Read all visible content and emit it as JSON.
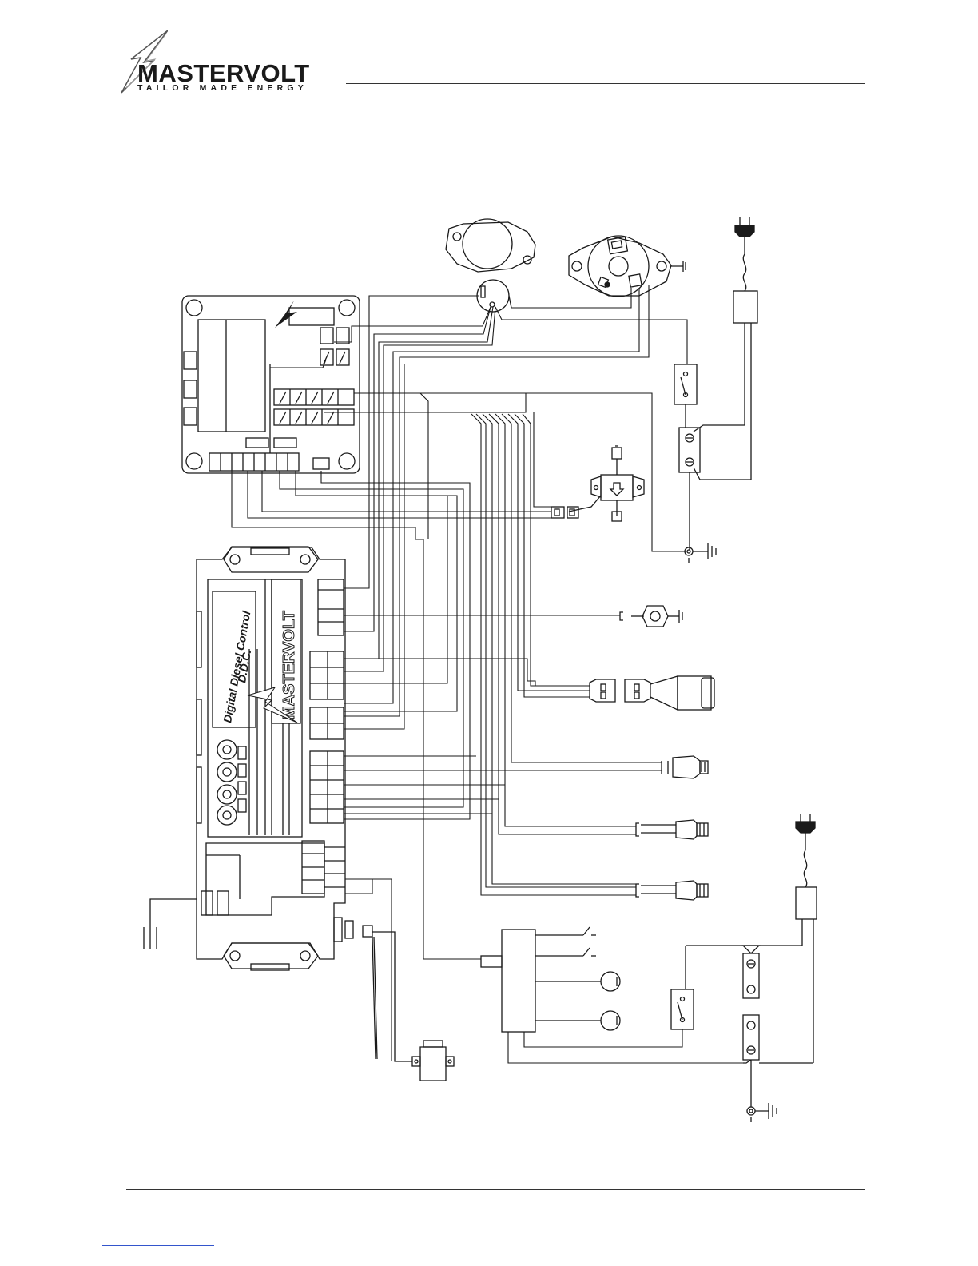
{
  "header": {
    "logo_name": "MASTERVOLT",
    "logo_tagline": "TAILOR MADE ENERGY"
  },
  "diagram": {
    "controller_labels": {
      "line1": "Digital Diesel Control",
      "line2": "D.D.C."
    },
    "controller_brand": "MASTERVOLT"
  },
  "colors": {
    "line": "#1a1a1a",
    "background": "#ffffff"
  }
}
